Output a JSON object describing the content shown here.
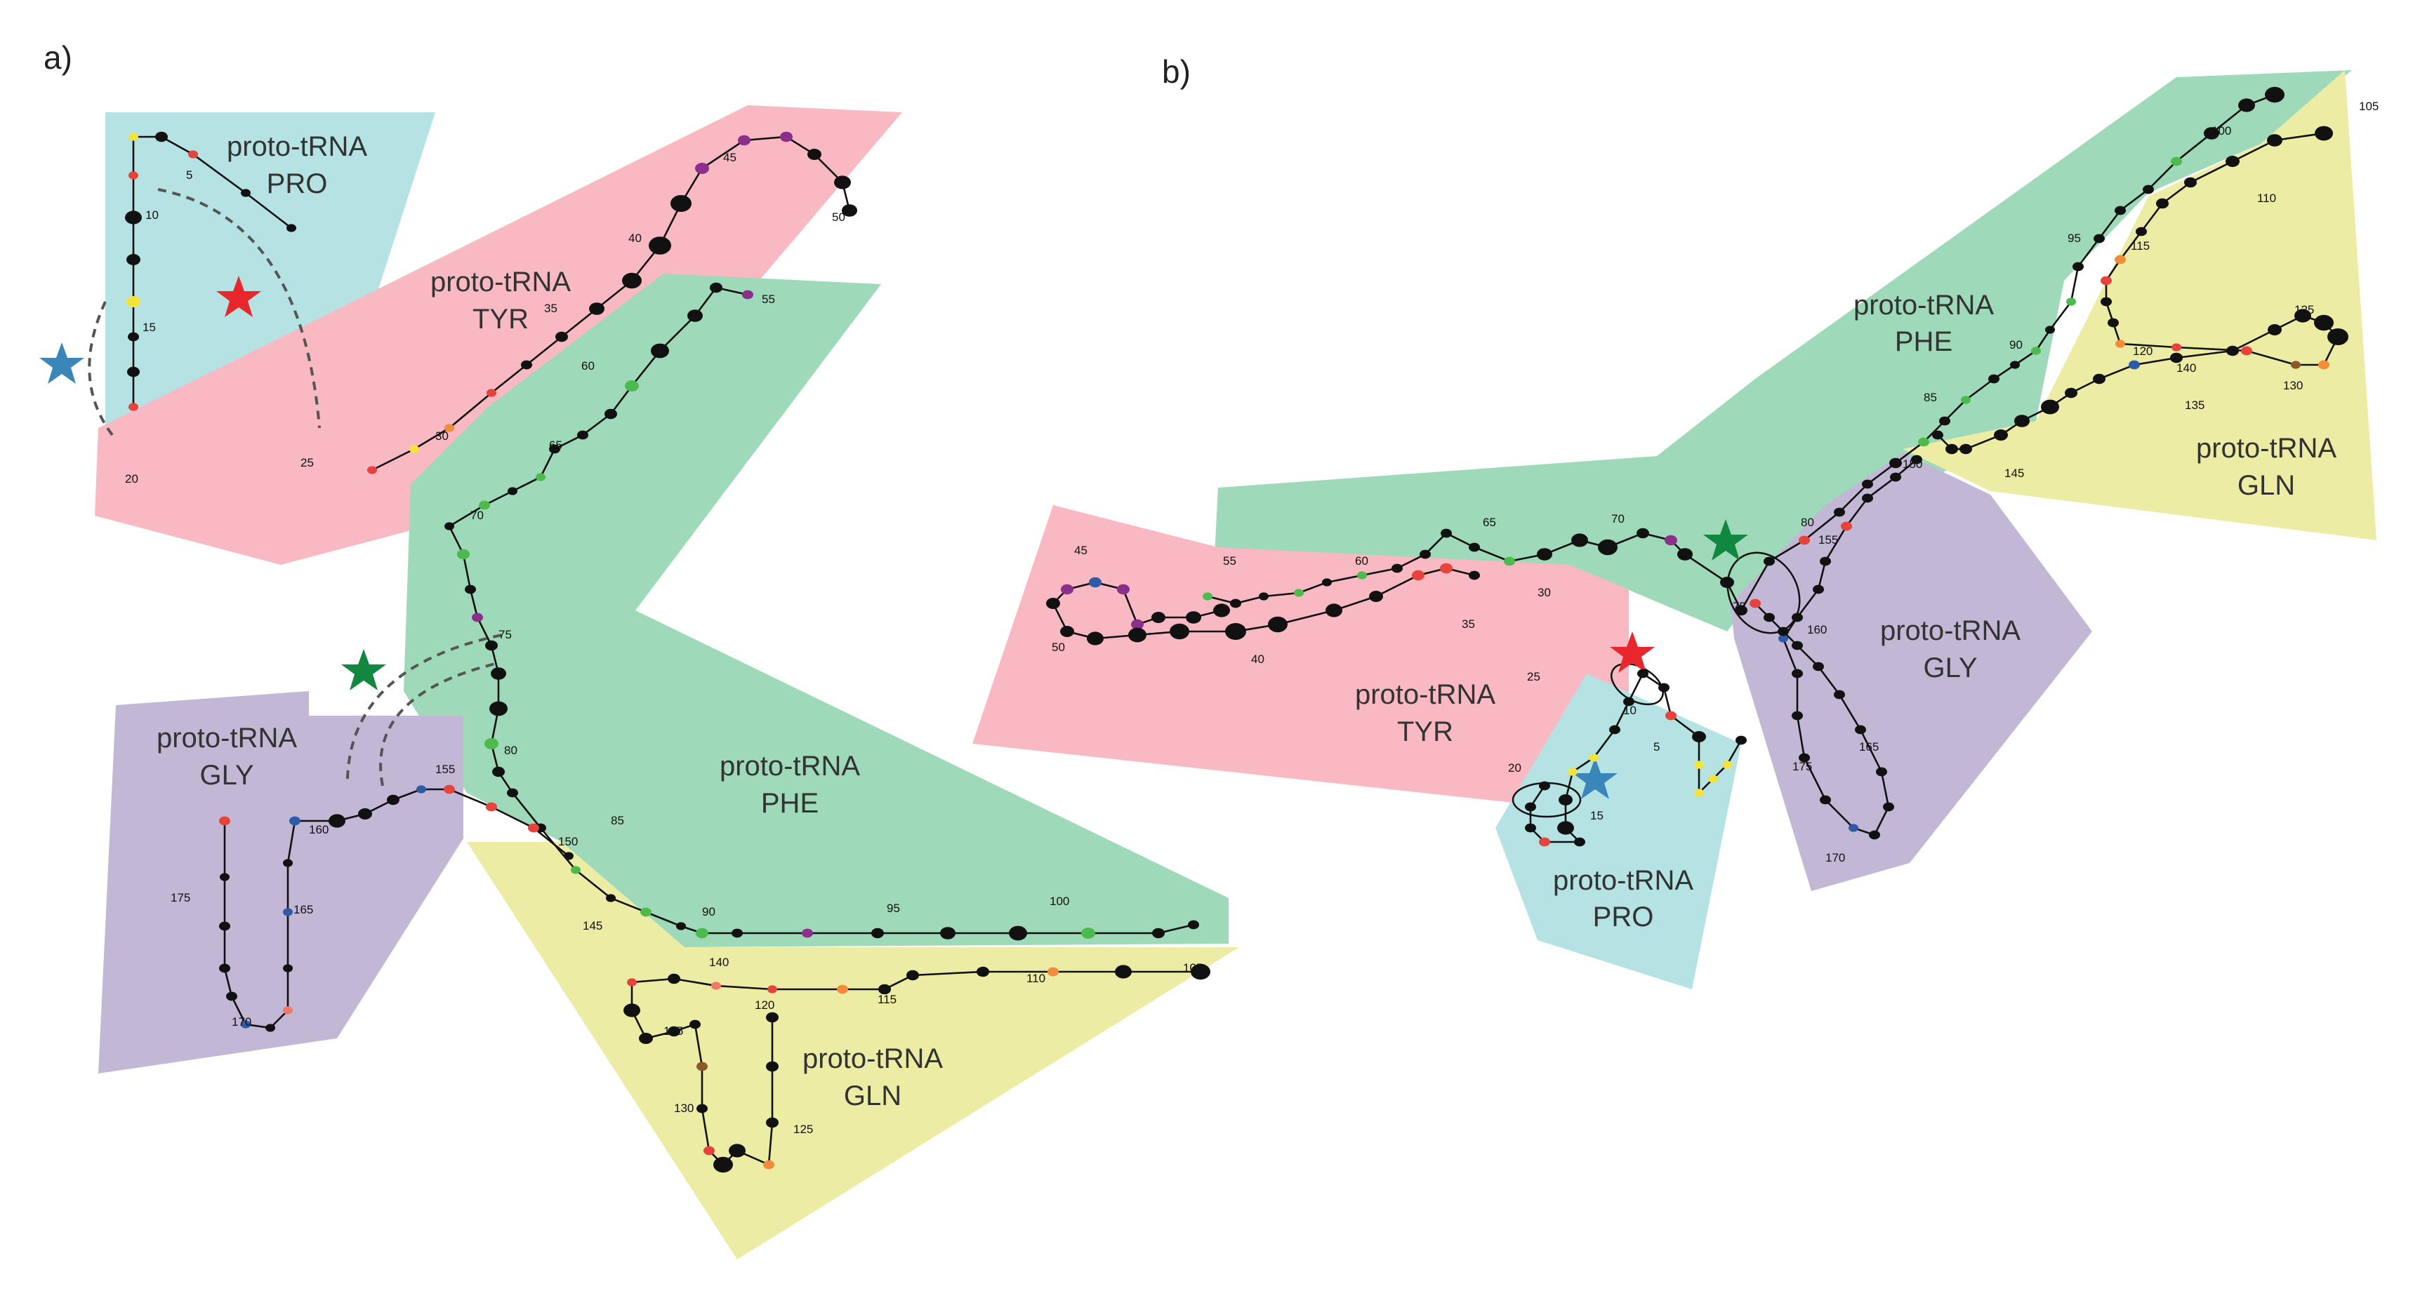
{
  "panels": {
    "a": {
      "label": "a)",
      "regions": {
        "pro": {
          "line1": "proto-tRNA",
          "line2": "PRO",
          "color": "#b5e3e3"
        },
        "tyr": {
          "line1": "proto-tRNA",
          "line2": "TYR",
          "color": "#f8b9c3"
        },
        "phe": {
          "line1": "proto-tRNA",
          "line2": "PHE",
          "color": "#9ed9b9"
        },
        "gly": {
          "line1": "proto-tRNA",
          "line2": "GLY",
          "color": "#c3b7d6"
        },
        "gln": {
          "line1": "proto-tRNA",
          "line2": "GLN",
          "color": "#ececa4"
        }
      },
      "numbers": [
        "5",
        "10",
        "15",
        "20",
        "25",
        "30",
        "35",
        "40",
        "45",
        "50",
        "55",
        "60",
        "65",
        "70",
        "75",
        "80",
        "85",
        "90",
        "95",
        "100",
        "105",
        "110",
        "115",
        "120",
        "125",
        "130",
        "135",
        "140",
        "145",
        "150",
        "155",
        "160",
        "165",
        "170",
        "175"
      ]
    },
    "b": {
      "label": "b)",
      "regions": {
        "pro": {
          "line1": "proto-tRNA",
          "line2": "PRO",
          "color": "#b5e3e3"
        },
        "tyr": {
          "line1": "proto-tRNA",
          "line2": "TYR",
          "color": "#f8b9c3"
        },
        "phe": {
          "line1": "proto-tRNA",
          "line2": "PHE",
          "color": "#9ed9b9"
        },
        "gly": {
          "line1": "proto-tRNA",
          "line2": "GLY",
          "color": "#c3b7d6"
        },
        "gln": {
          "line1": "proto-tRNA",
          "line2": "GLN",
          "color": "#ececa4"
        }
      },
      "numbers": [
        "5",
        "10",
        "15",
        "20",
        "25",
        "30",
        "35",
        "40",
        "45",
        "50",
        "55",
        "60",
        "65",
        "70",
        "75",
        "80",
        "85",
        "90",
        "95",
        "100",
        "105",
        "110",
        "115",
        "120",
        "125",
        "130",
        "135",
        "140",
        "145",
        "150",
        "155",
        "160",
        "165",
        "170",
        "175"
      ]
    }
  },
  "star_colors": {
    "red": "#e8262b",
    "blue": "#3a86b8",
    "green": "#11873f"
  },
  "residue_colors": {
    "black": "#111111",
    "red": "#e5433b",
    "yellow": "#f3e33b",
    "orange": "#f08c3a",
    "green": "#4cba4c",
    "purple": "#8a2f8a",
    "blue": "#2f5aa6",
    "lightred": "#f07a6a",
    "brown": "#8a5a2a"
  }
}
